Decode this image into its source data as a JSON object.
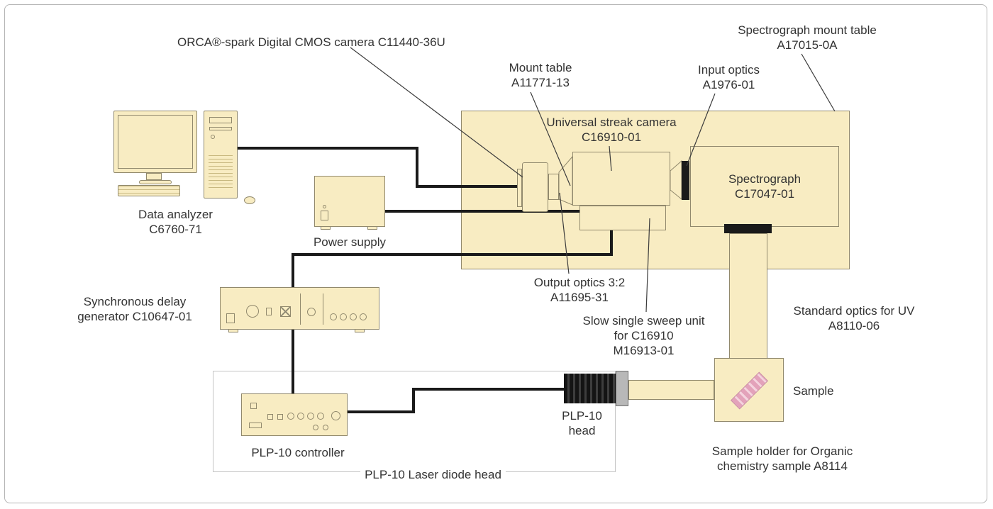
{
  "colors": {
    "tan": "#f8ecc2",
    "tan_border": "#91896d",
    "line": "#1a1a1a",
    "text": "#333333",
    "frame": "#b5b5b5",
    "pink": "#e3a2ba",
    "pink_light": "#f4d3de",
    "ring_gray": "#b8b8b8"
  },
  "labels": {
    "orca_camera": "ORCA®-spark Digital CMOS camera C11440-36U",
    "mount_table": [
      "Mount table",
      "A11771-13"
    ],
    "input_optics": [
      "Input optics",
      "A1976-01"
    ],
    "spectrograph_mount_table": [
      "Spectrograph mount table",
      "A17015-0A"
    ],
    "streak_camera": [
      "Universal streak camera",
      "C16910-01"
    ],
    "spectrograph": [
      "Spectrograph",
      "C17047-01"
    ],
    "data_analyzer": [
      "Data analyzer",
      "C6760-71"
    ],
    "power_supply": "Power supply",
    "sync_delay_generator": [
      "Synchronous delay",
      "generator C10647-01"
    ],
    "output_optics": [
      "Output optics 3:2",
      "A11695-31"
    ],
    "sweep_unit": [
      "Slow single sweep unit",
      "for C16910",
      "M16913-01"
    ],
    "standard_optics_uv": [
      "Standard optics for UV",
      "A8110-06"
    ],
    "sample": "Sample",
    "sample_holder": [
      "Sample holder for Organic",
      "chemistry sample A8114"
    ],
    "plp10_head": [
      "PLP-10",
      "head"
    ],
    "plp10_controller": "PLP-10 controller",
    "plp10_laser_diode_head": "PLP-10 Laser diode head"
  }
}
